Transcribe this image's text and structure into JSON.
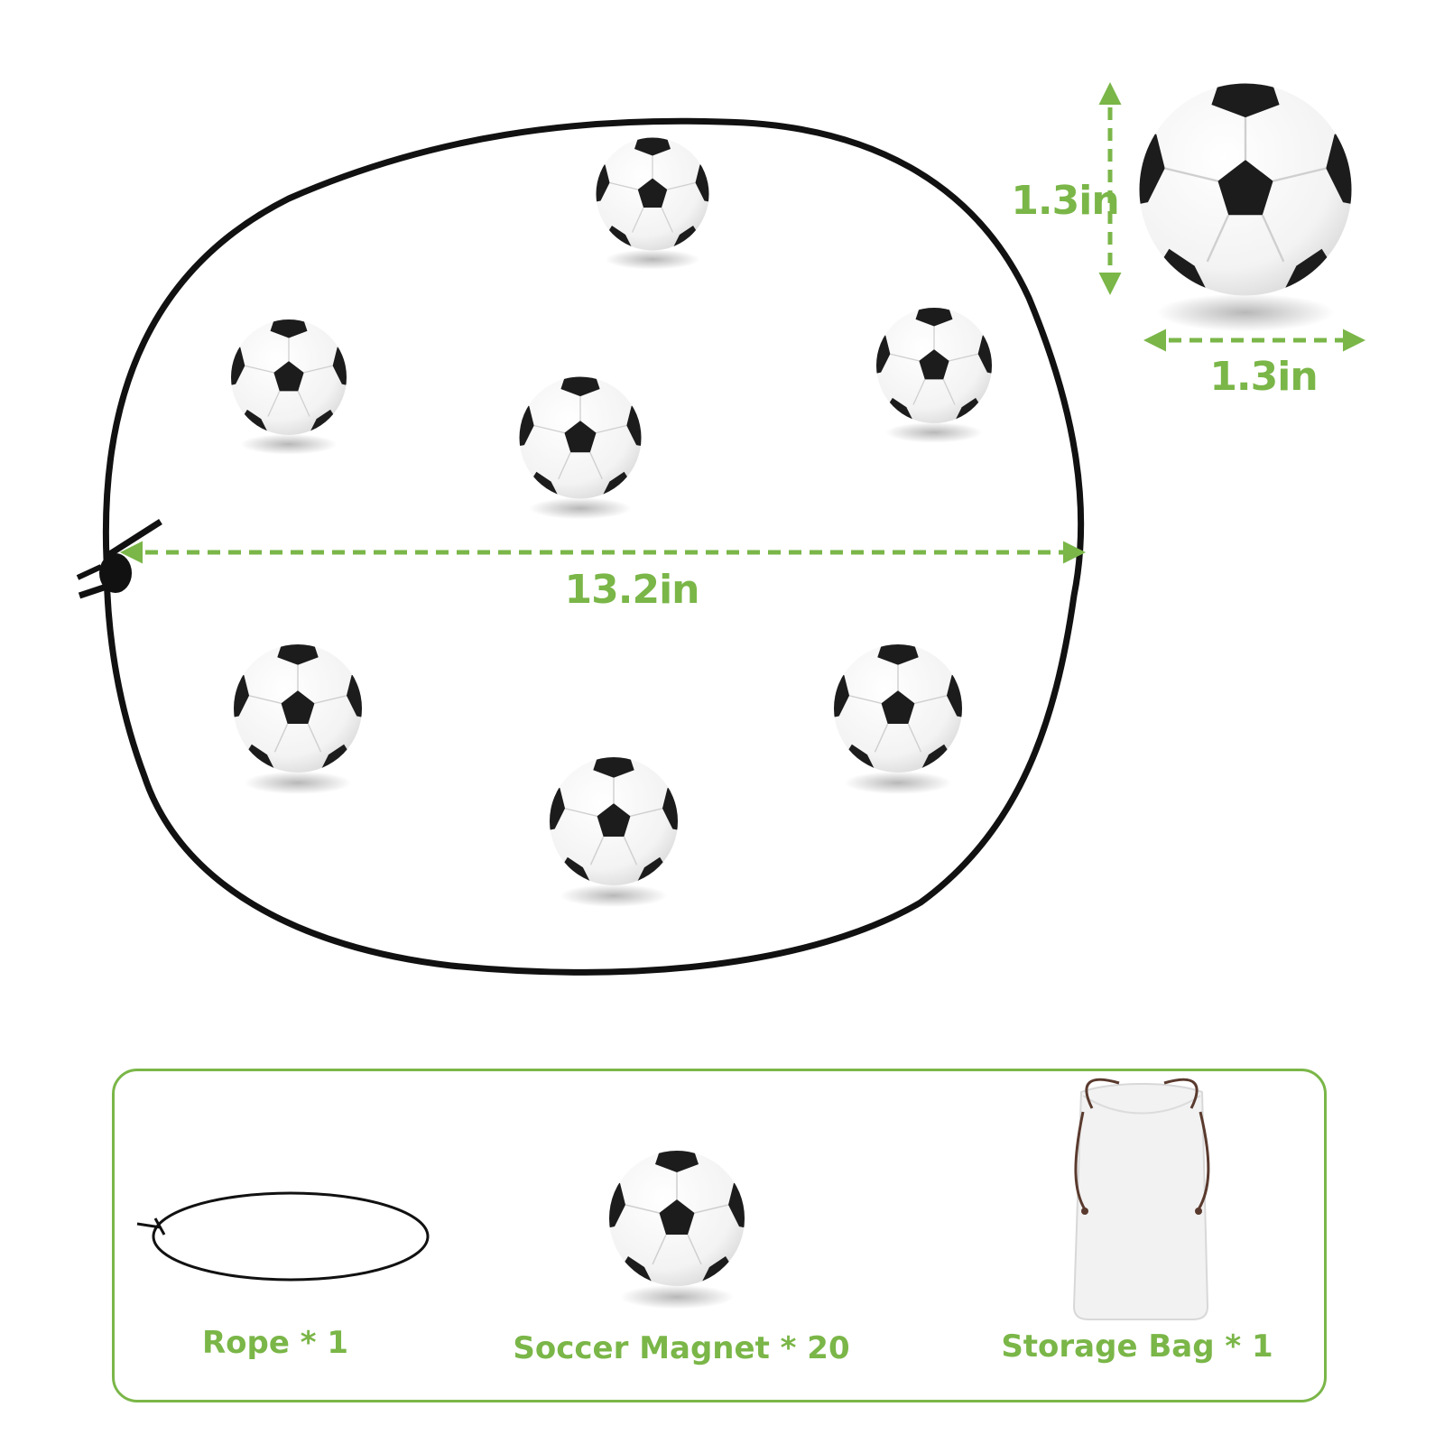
{
  "dimensions": {
    "rope_width_label": "13.2in",
    "ball_height_label": "1.3in",
    "ball_width_label": "1.3in"
  },
  "contents": [
    {
      "label": "Rope * 1",
      "icon": "rope-loop-icon"
    },
    {
      "label": "Soccer Magnet * 20",
      "icon": "soccer-ball-icon"
    },
    {
      "label": "Storage Bag * 1",
      "icon": "drawstring-bag-icon"
    }
  ],
  "colors": {
    "accent_green": "#7ab648",
    "rope_black": "#111111",
    "ball_black": "#1c1c1c",
    "bag_white": "#f2f2f2",
    "bag_string": "#5a3a2e"
  }
}
